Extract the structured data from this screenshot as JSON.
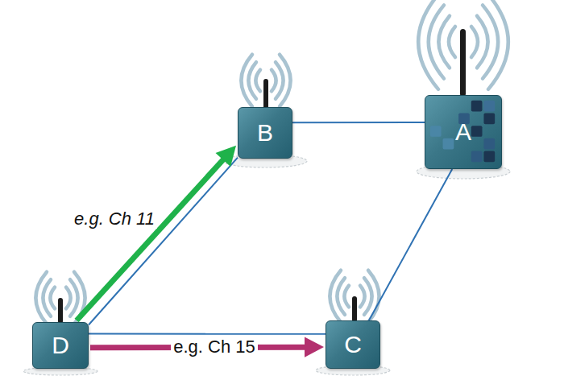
{
  "diagram": {
    "nodes": [
      {
        "text": [
          "B"
        ]
      },
      {
        "text": [
          "A"
        ]
      },
      {
        "text": [
          "C"
        ]
      },
      {
        "text": [
          "D"
        ]
      }
    ],
    "edges": [
      {
        "from": 0,
        "to": 1,
        "arrow": "none"
      },
      {
        "from": 1,
        "to": 2,
        "arrow": "none"
      },
      {
        "from": 3,
        "to": 0,
        "arrow": "none"
      },
      {
        "from": 3,
        "to": 0,
        "arrow": "to",
        "label": "e.g. Ch 11"
      },
      {
        "from": 3,
        "to": 2,
        "arrow": "none"
      },
      {
        "from": 3,
        "to": 2,
        "arrow": "to",
        "label": "e.g. Ch 15"
      }
    ]
  }
}
